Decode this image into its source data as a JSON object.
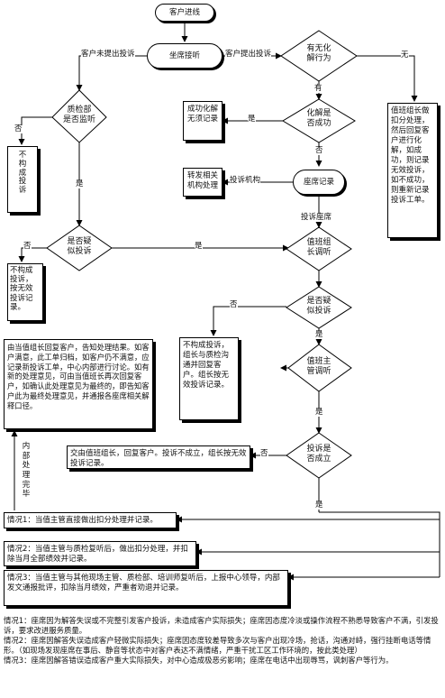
{
  "start": "客户进线",
  "seat_receive": "坐席接听",
  "question_resolvable": "有无化\n解行为",
  "resolved": "化解是\n否成功",
  "seat_record": "座席记录",
  "qc_monitor": "质检部\n是否监听",
  "suspect_complaint_left": "是否疑\n似投诉",
  "leader_listen": "值班组\n长调听",
  "suspect_complaint_right": "是否疑\n似投诉",
  "supervisor_listen": "值班主\n管调听",
  "complaint_valid": "投诉是\n否成立",
  "box_success": "成功化解\n无须记录",
  "box_transfer": "转发相关\n机构处理",
  "box_no_complaint": "不\n构\n成\n投\n诉",
  "box_no_complaint2": "不构成\n投诉，\n按无效\n投诉记\n录。",
  "box_leader_right": "值班组长做扣分处理，然后回复客户进行化解，如成功，则记录无效投诉，如不成功，则重新记录投诉工单。",
  "box_leader_reply": "由当值组长回复客户，告知处理结果。如客户满意，此工单归档，如客户仍不满意，应记录新投诉工单，中心内部进行讨论。如有新的处理意见，可由当值班长再次回复客户，如确认此处理意见为最终的，即告知客户此为最终处理意见，并通报各座席相关解释口径。",
  "box_no_complaint3": "不构成投诉，组长与质检沟通并回复客户。组长按无效投诉记录。",
  "box_reply_invalid": "交由值班组长，回复客户。投诉不成立，组长按无效投诉记录。",
  "box_internal": "内\n部\n处\n理\n完\n毕",
  "case1": "情况1：当值主管直接做出扣分处理并记录。",
  "case2": "情况2：当值主管与质检复听后，做出扣分处理，并扣除当月全部绩效并记录。",
  "case3": "情况3：当值主管与其他现场主管、质检部、培训师复听后，上报中心领导，内部发文通报批评，扣除当月绩效，严重者劝退并记录。",
  "labels": {
    "no_complaint_raised": "客户未提出投诉",
    "complaint_raised": "客户提出投诉",
    "none": "无",
    "have": "有",
    "yes1": "是",
    "no1": "否",
    "no2": "否",
    "transfer_org": "投诉机构",
    "complaint_seat": "投诉座席",
    "yes2": "是",
    "no3": "否",
    "yes3": "是",
    "yes4": "是",
    "no4": "否",
    "yes5": "是",
    "no5": "否",
    "yes6": "是"
  },
  "notes": [
    "情况1：座席因为解答失误或不完整引发客户投诉，未造成客户实际损失；座席因态度冷淡或操作流程不熟悉导致客户不满，引发投诉，要求改进服务质量。",
    "情况2：座席因解答失误造成客户轻微实际损失；座席因态度较差导致多次与客户出现冷场，抢话，沟通对峙，强行挂断电话等情形。（如现场发现座席在事后、静音等状态中对客户表达不满情绪，严重干扰工区工作环境的，按此类处理）",
    "情况3：座席因解答错误造成客户重大实际损失，对中心造成极恶劣影响；座席在电话中出现辱骂，讽刺客户等行为。"
  ]
}
